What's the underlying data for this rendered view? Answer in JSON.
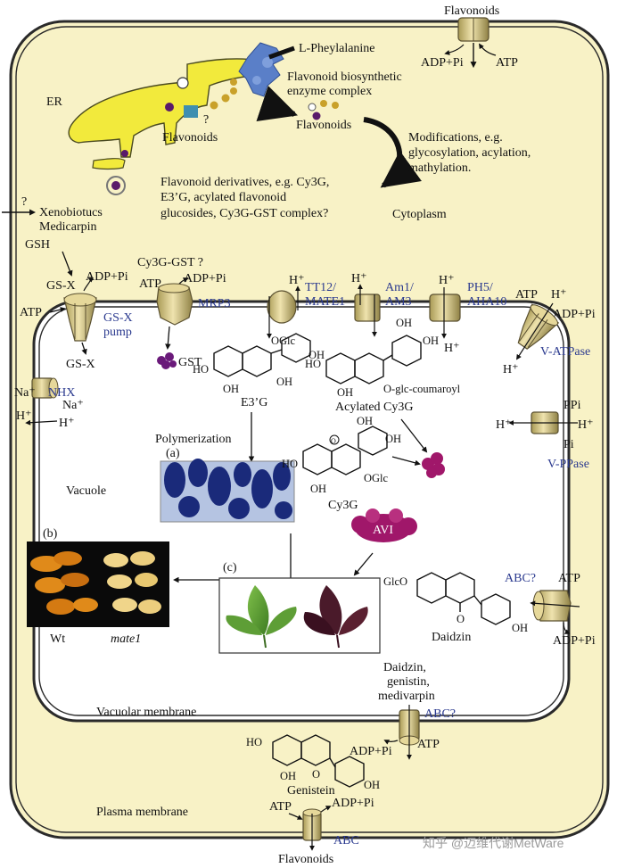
{
  "cell": {
    "er_label": "ER",
    "cytoplasm_label": "Cytoplasm",
    "vacuole_label": "Vacuole",
    "vacuolar_membrane_label": "Vacuolar membrane",
    "plasma_membrane_label": "Plasma membrane"
  },
  "biosynthesis": {
    "precursor": "L-Pheylalanine",
    "enzyme_line1": "Flavonoid biosynthetic",
    "enzyme_line2": "enzyme complex",
    "er_flavonoids": "Flavonoids",
    "er_question": "?",
    "cyto_flavonoids": "Flavonoids",
    "modifications_line1": "Modifications, e.g.",
    "modifications_line2": "glycosylation, acylation,",
    "modifications_line3": "mathylation.",
    "derivatives_line1": "Flavonoid derivatives, e.g. Cy3G,",
    "derivatives_line2": "E3’G, acylated flavonoid",
    "derivatives_line3": "glucosides, Cy3G-GST complex?"
  },
  "xenobiotics": {
    "question": "?",
    "line1": "Xenobiotucs",
    "line2": "Medicarpin"
  },
  "top_transport": {
    "flavonoids": "Flavonoids",
    "adp_pi": "ADP+Pi",
    "atp": "ATP"
  },
  "gsx": {
    "gsh": "GSH",
    "gs_x": "GS-X",
    "adp_pi": "ADP+Pi",
    "atp": "ATP",
    "pump_line1": "GS-X",
    "pump_line2": "pump",
    "gs_x_inside": "GS-X"
  },
  "mrp3": {
    "complex": "Cy3G-GST ?",
    "adp_pi": "ADP+Pi",
    "atp": "ATP",
    "name": "MRP3",
    "gst": "GST"
  },
  "mate": {
    "h_plus": "H⁺",
    "name_line1": "TT12/",
    "name_line2": "MATE1"
  },
  "am": {
    "h_plus": "H⁺",
    "name_line1": "Am1/",
    "name_line2": "AM3"
  },
  "ph5": {
    "h_plus_top": "H⁺",
    "h_plus_bottom": "H⁺",
    "name_line1": "PH5/",
    "name_line2": "AHA10"
  },
  "vatpase": {
    "atp": "ATP",
    "h_plus_top": "H⁺",
    "adp_pi": "ADP+Pi",
    "name": "V-ATPase",
    "h_plus_bottom": "H⁺"
  },
  "nhx": {
    "na_left": "Na⁺",
    "name": "NHX",
    "na_right": "Na⁺",
    "h_left": "H⁺",
    "h_right": "H⁺"
  },
  "vppase": {
    "ppi": "PPi",
    "h_left": "H⁺",
    "h_right": "H⁺",
    "pi": "Pi",
    "name": "V-PPase"
  },
  "molecules": {
    "e3g": "E3’G",
    "e3g_oglc": "OGlc",
    "acylated": "Acylated Cy3G",
    "acylated_sub": "O-glc-coumaroyl",
    "cy3g": "Cy3G",
    "cy3g_oglc": "OGlc",
    "daidzin": "Daidzin",
    "daidzin_glco": "GlcO",
    "genistein": "Genistein",
    "ho": "HO",
    "oh": "OH",
    "o": "O"
  },
  "panels": {
    "polymerization": "Polymerization",
    "a": "(a)",
    "b": "(b)",
    "c": "(c)",
    "wt": "Wt",
    "mate1": "mate1",
    "avi": "AVI"
  },
  "abc_vac": {
    "name": "ABC?",
    "atp": "ATP",
    "adp_pi": "ADP+Pi"
  },
  "abc_plasma": {
    "cargo_line1": "Daidzin,",
    "cargo_line2": "genistin,",
    "cargo_line3": "medivarpin",
    "name": "ABC?",
    "adp_pi": "ADP+Pi",
    "atp": "ATP"
  },
  "abc_bottom": {
    "atp": "ATP",
    "adp_pi": "ADP+Pi",
    "name": "ABC",
    "flavonoids": "Flavonoids"
  },
  "watermark": "知乎 @迈维代谢MetWare",
  "colors": {
    "cytoplasm": "#f8f2c6",
    "vacuole": "#ffffff",
    "er": "#f2ea3c",
    "transporter": "#d8c98a",
    "enzyme": "#5a7fc8",
    "avi": "#a0176a",
    "text_blue": "#2b3a8f"
  }
}
